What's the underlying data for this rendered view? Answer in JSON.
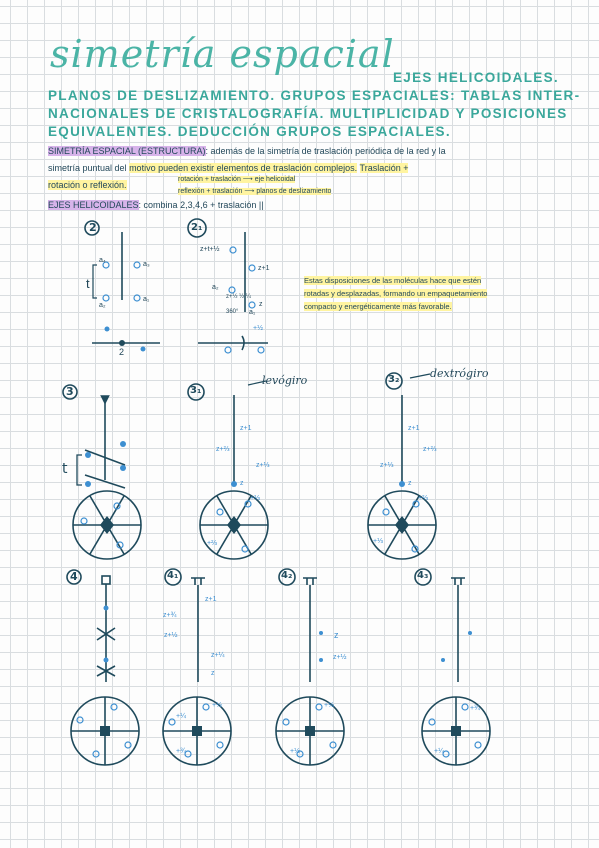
{
  "title": "simetría espacial",
  "topics": {
    "line1": "EJES HELICOIDALES.",
    "line2": "PLANOS DE DESLIZAMIENTO. GRUPOS ESPACIALES: TABLAS INTER-",
    "line3": "NACIONALES DE CRISTALOGRAFÍA. MULTIPLICIDAD Y POSICIONES",
    "line4": "EQUIVALENTES. DEDUCCIÓN GRUPOS ESPACIALES."
  },
  "intro": {
    "label": "SIMETRÍA ESPACIAL (ESTRUCTURA)",
    "text1": ": además de la simetría de traslación periódica de la red y la",
    "text2a": "simetría puntual del",
    "text2b": "motivo pueden existir elementos de traslación complejos.",
    "text2c": "Traslación +",
    "rot_refl": "rotación o reflexión.",
    "rule1": "rotación + traslación ⟶ eje helicoidal",
    "rule2": "reflexión + traslación ⟶ planos de deslizamiento",
    "helical_label": "EJES HELICOIDALES",
    "helical_text": ": combina 2,3,4,6 + traslación ||"
  },
  "note": {
    "line1": "Estas disposiciones de las moléculas hace que estén",
    "line2": "rotadas y desplazadas, formando un empaquetamiento",
    "line3": "compacto y energéticamente más favorable."
  },
  "diagrams": {
    "d2": {
      "label": "2",
      "t": "t",
      "a4": "a₄",
      "a3": "a₃",
      "a2": "a₂",
      "a1": "a₁",
      "base": "2"
    },
    "d21": {
      "label": "2₁",
      "z_top": "z+t+½",
      "z1": "z+1",
      "a2": "a₂",
      "frac_stack": "z+½ ½ ¼",
      "z": "z",
      "a1": "a₁",
      "label_bottom": "360°",
      "bottom_mark": "+½"
    },
    "d3": {
      "label": "3",
      "t": "t"
    },
    "d31": {
      "label": "3₁",
      "annot": "levógiro",
      "z1": "z+1",
      "z23": "z+⅔",
      "z13": "z+⅓",
      "z": "z",
      "c1": "+⅓",
      "c2": "+⅔"
    },
    "d32": {
      "label": "3₂",
      "annot": "dextrógiro",
      "z1": "z+1",
      "z23": "z+⅔",
      "z13": "z+⅓",
      "z": "z",
      "c1": "+⅔",
      "c2": "+⅓"
    },
    "d4": {
      "label": "4"
    },
    "d41": {
      "label": "4₁",
      "z1": "z+1",
      "z34": "z+¾",
      "z12": "z+½",
      "z14": "z+¼",
      "z": "z",
      "c1": "+¼",
      "c2": "+½",
      "c3": "+¾"
    },
    "d42": {
      "label": "4₂",
      "z": "z",
      "z12": "z+½",
      "c1": "+½",
      "c2": "+½"
    },
    "d43": {
      "label": "4₃",
      "c1": "+¾",
      "c2": "+¼"
    }
  }
}
